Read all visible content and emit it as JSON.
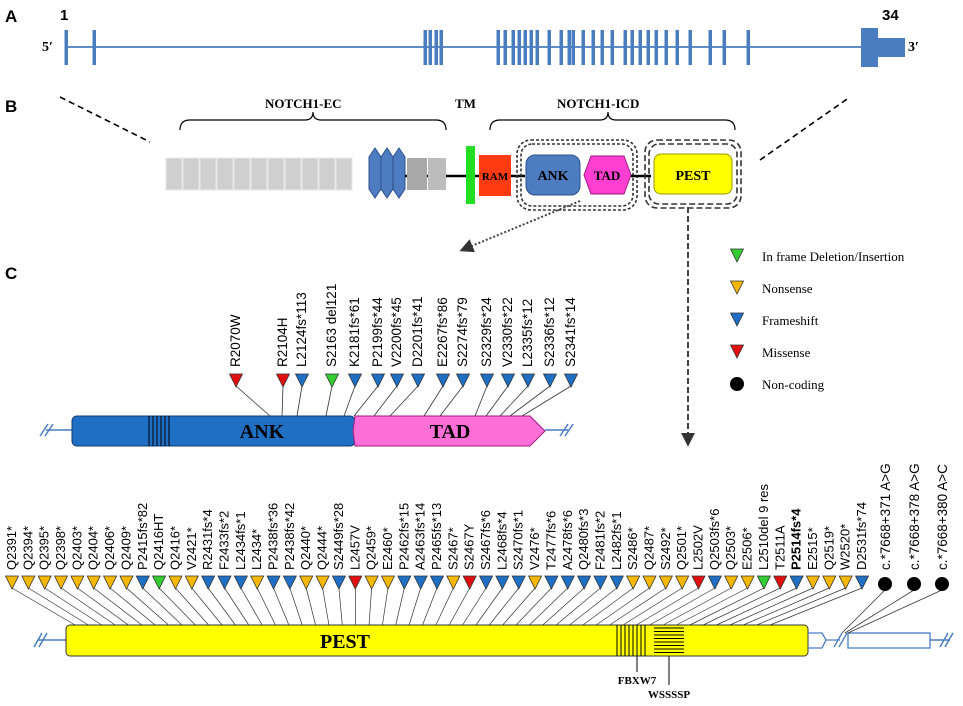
{
  "panel_a": {
    "label": "A",
    "exon_first": "1",
    "exon_last": "34",
    "five_prime": "5′",
    "three_prime": "3′"
  },
  "panel_b": {
    "label": "B",
    "ec_label": "NOTCH1-EC",
    "tm_label": "TM",
    "icd_label": "NOTCH1-ICD",
    "ram": "RAM",
    "ank": "ANK",
    "tad": "TAD",
    "pest": "PEST"
  },
  "panel_c": {
    "label": "C",
    "ank_domain": "ANK",
    "tad_domain": "TAD",
    "pest_domain": "PEST",
    "fbxw7": "FBXW7",
    "wsssp": "WSSSSP"
  },
  "legend": [
    {
      "kind": "inframe",
      "label": "In frame Deletion/Insertion",
      "color": "#33cc33"
    },
    {
      "kind": "nonsense",
      "label": "Nonsense",
      "color": "#f5b800"
    },
    {
      "kind": "frameshift",
      "label": "Frameshift",
      "color": "#1f6fc4"
    },
    {
      "kind": "missense",
      "label": "Missense",
      "color": "#e01010"
    },
    {
      "kind": "noncoding",
      "label": "Non-coding",
      "color": "#000000"
    }
  ],
  "colors": {
    "line_blue": "#4a7cc0",
    "ram": "#ff3b12",
    "ank": "#4d7cc0",
    "tad": "#ff3fd2",
    "pest": "#ffff00",
    "tm": "#22dd22",
    "ec_grey": "#cfcfcf"
  },
  "ank_tad_mutations": [
    {
      "label": "R2070W",
      "kind": "missense"
    },
    {
      "label": "R2104H",
      "kind": "missense"
    },
    {
      "label": "L2124fs*113",
      "kind": "frameshift"
    },
    {
      "label": "S2163 del121",
      "kind": "inframe"
    },
    {
      "label": "K2181fs*61",
      "kind": "frameshift"
    },
    {
      "label": "P2199fs*44",
      "kind": "frameshift"
    },
    {
      "label": "V2200fs*45",
      "kind": "frameshift"
    },
    {
      "label": "D2201fs*41",
      "kind": "frameshift"
    },
    {
      "label": "E2267fs*86",
      "kind": "frameshift"
    },
    {
      "label": "S2274fs*79",
      "kind": "frameshift"
    },
    {
      "label": "S2329fs*24",
      "kind": "frameshift"
    },
    {
      "label": "V2330fs*22",
      "kind": "frameshift"
    },
    {
      "label": "L2335fs*12",
      "kind": "frameshift"
    },
    {
      "label": "S2336fs*12",
      "kind": "frameshift"
    },
    {
      "label": "S2341fs*14",
      "kind": "frameshift"
    }
  ],
  "pest_mutations": [
    {
      "label": "Q2391*",
      "kind": "nonsense"
    },
    {
      "label": "Q2394*",
      "kind": "nonsense"
    },
    {
      "label": "Q2395*",
      "kind": "nonsense"
    },
    {
      "label": "Q2398*",
      "kind": "nonsense"
    },
    {
      "label": "Q2403*",
      "kind": "nonsense"
    },
    {
      "label": "Q2404*",
      "kind": "nonsense"
    },
    {
      "label": "Q2406*",
      "kind": "nonsense"
    },
    {
      "label": "Q2409*",
      "kind": "nonsense"
    },
    {
      "label": "P2415fs*82",
      "kind": "frameshift"
    },
    {
      "label": "Q2416HT",
      "kind": "inframe"
    },
    {
      "label": "Q2416*",
      "kind": "nonsense"
    },
    {
      "label": "V2421*",
      "kind": "nonsense"
    },
    {
      "label": "R2431fs*4",
      "kind": "frameshift"
    },
    {
      "label": "F2433fs*2",
      "kind": "frameshift"
    },
    {
      "label": "L2434fs*1",
      "kind": "frameshift"
    },
    {
      "label": "L2434*",
      "kind": "nonsense"
    },
    {
      "label": "P2438fs*36",
      "kind": "frameshift"
    },
    {
      "label": "P2438fs*42",
      "kind": "frameshift"
    },
    {
      "label": "Q2440*",
      "kind": "nonsense"
    },
    {
      "label": "Q2444*",
      "kind": "nonsense"
    },
    {
      "label": "S2449fs*28",
      "kind": "frameshift"
    },
    {
      "label": "L2457V",
      "kind": "missense"
    },
    {
      "label": "Q2459*",
      "kind": "nonsense"
    },
    {
      "label": "E2460*",
      "kind": "nonsense"
    },
    {
      "label": "P2462fs*15",
      "kind": "frameshift"
    },
    {
      "label": "A2463fs*14",
      "kind": "frameshift"
    },
    {
      "label": "P2465fs*13",
      "kind": "frameshift"
    },
    {
      "label": "S2467*",
      "kind": "nonsense"
    },
    {
      "label": "S2467Y",
      "kind": "missense"
    },
    {
      "label": "S2467fs*6",
      "kind": "frameshift"
    },
    {
      "label": "L2468fs*4",
      "kind": "frameshift"
    },
    {
      "label": "S2470fs*1",
      "kind": "frameshift"
    },
    {
      "label": "V2476*",
      "kind": "nonsense"
    },
    {
      "label": "T2477fs*6",
      "kind": "frameshift"
    },
    {
      "label": "A2478fs*6",
      "kind": "frameshift"
    },
    {
      "label": "Q2480fs*3",
      "kind": "frameshift"
    },
    {
      "label": "F2481fs*2",
      "kind": "frameshift"
    },
    {
      "label": "L2482fs*1",
      "kind": "frameshift"
    },
    {
      "label": "S2486*",
      "kind": "nonsense"
    },
    {
      "label": "Q2487*",
      "kind": "nonsense"
    },
    {
      "label": "S2492*",
      "kind": "nonsense"
    },
    {
      "label": "Q2501*",
      "kind": "nonsense"
    },
    {
      "label": "L2502V",
      "kind": "missense"
    },
    {
      "label": "Q2503fs*6",
      "kind": "frameshift"
    },
    {
      "label": "Q2503*",
      "kind": "nonsense"
    },
    {
      "label": "E2506*",
      "kind": "nonsense"
    },
    {
      "label": "L2510del 9 res",
      "kind": "inframe"
    },
    {
      "label": "T2511A",
      "kind": "missense"
    },
    {
      "label": "P2514fs*4",
      "kind": "frameshift",
      "bold": true
    },
    {
      "label": "E2515*",
      "kind": "nonsense"
    },
    {
      "label": "Q2519*",
      "kind": "nonsense"
    },
    {
      "label": "W2520*",
      "kind": "nonsense"
    },
    {
      "label": "D2531fs*74",
      "kind": "frameshift"
    }
  ],
  "noncoding_mutations": [
    {
      "label": "c.*7668+371 A>G",
      "kind": "noncoding"
    },
    {
      "label": "c.*7668+378 A>G",
      "kind": "noncoding"
    },
    {
      "label": "c.*7668+380 A>C",
      "kind": "noncoding"
    }
  ]
}
